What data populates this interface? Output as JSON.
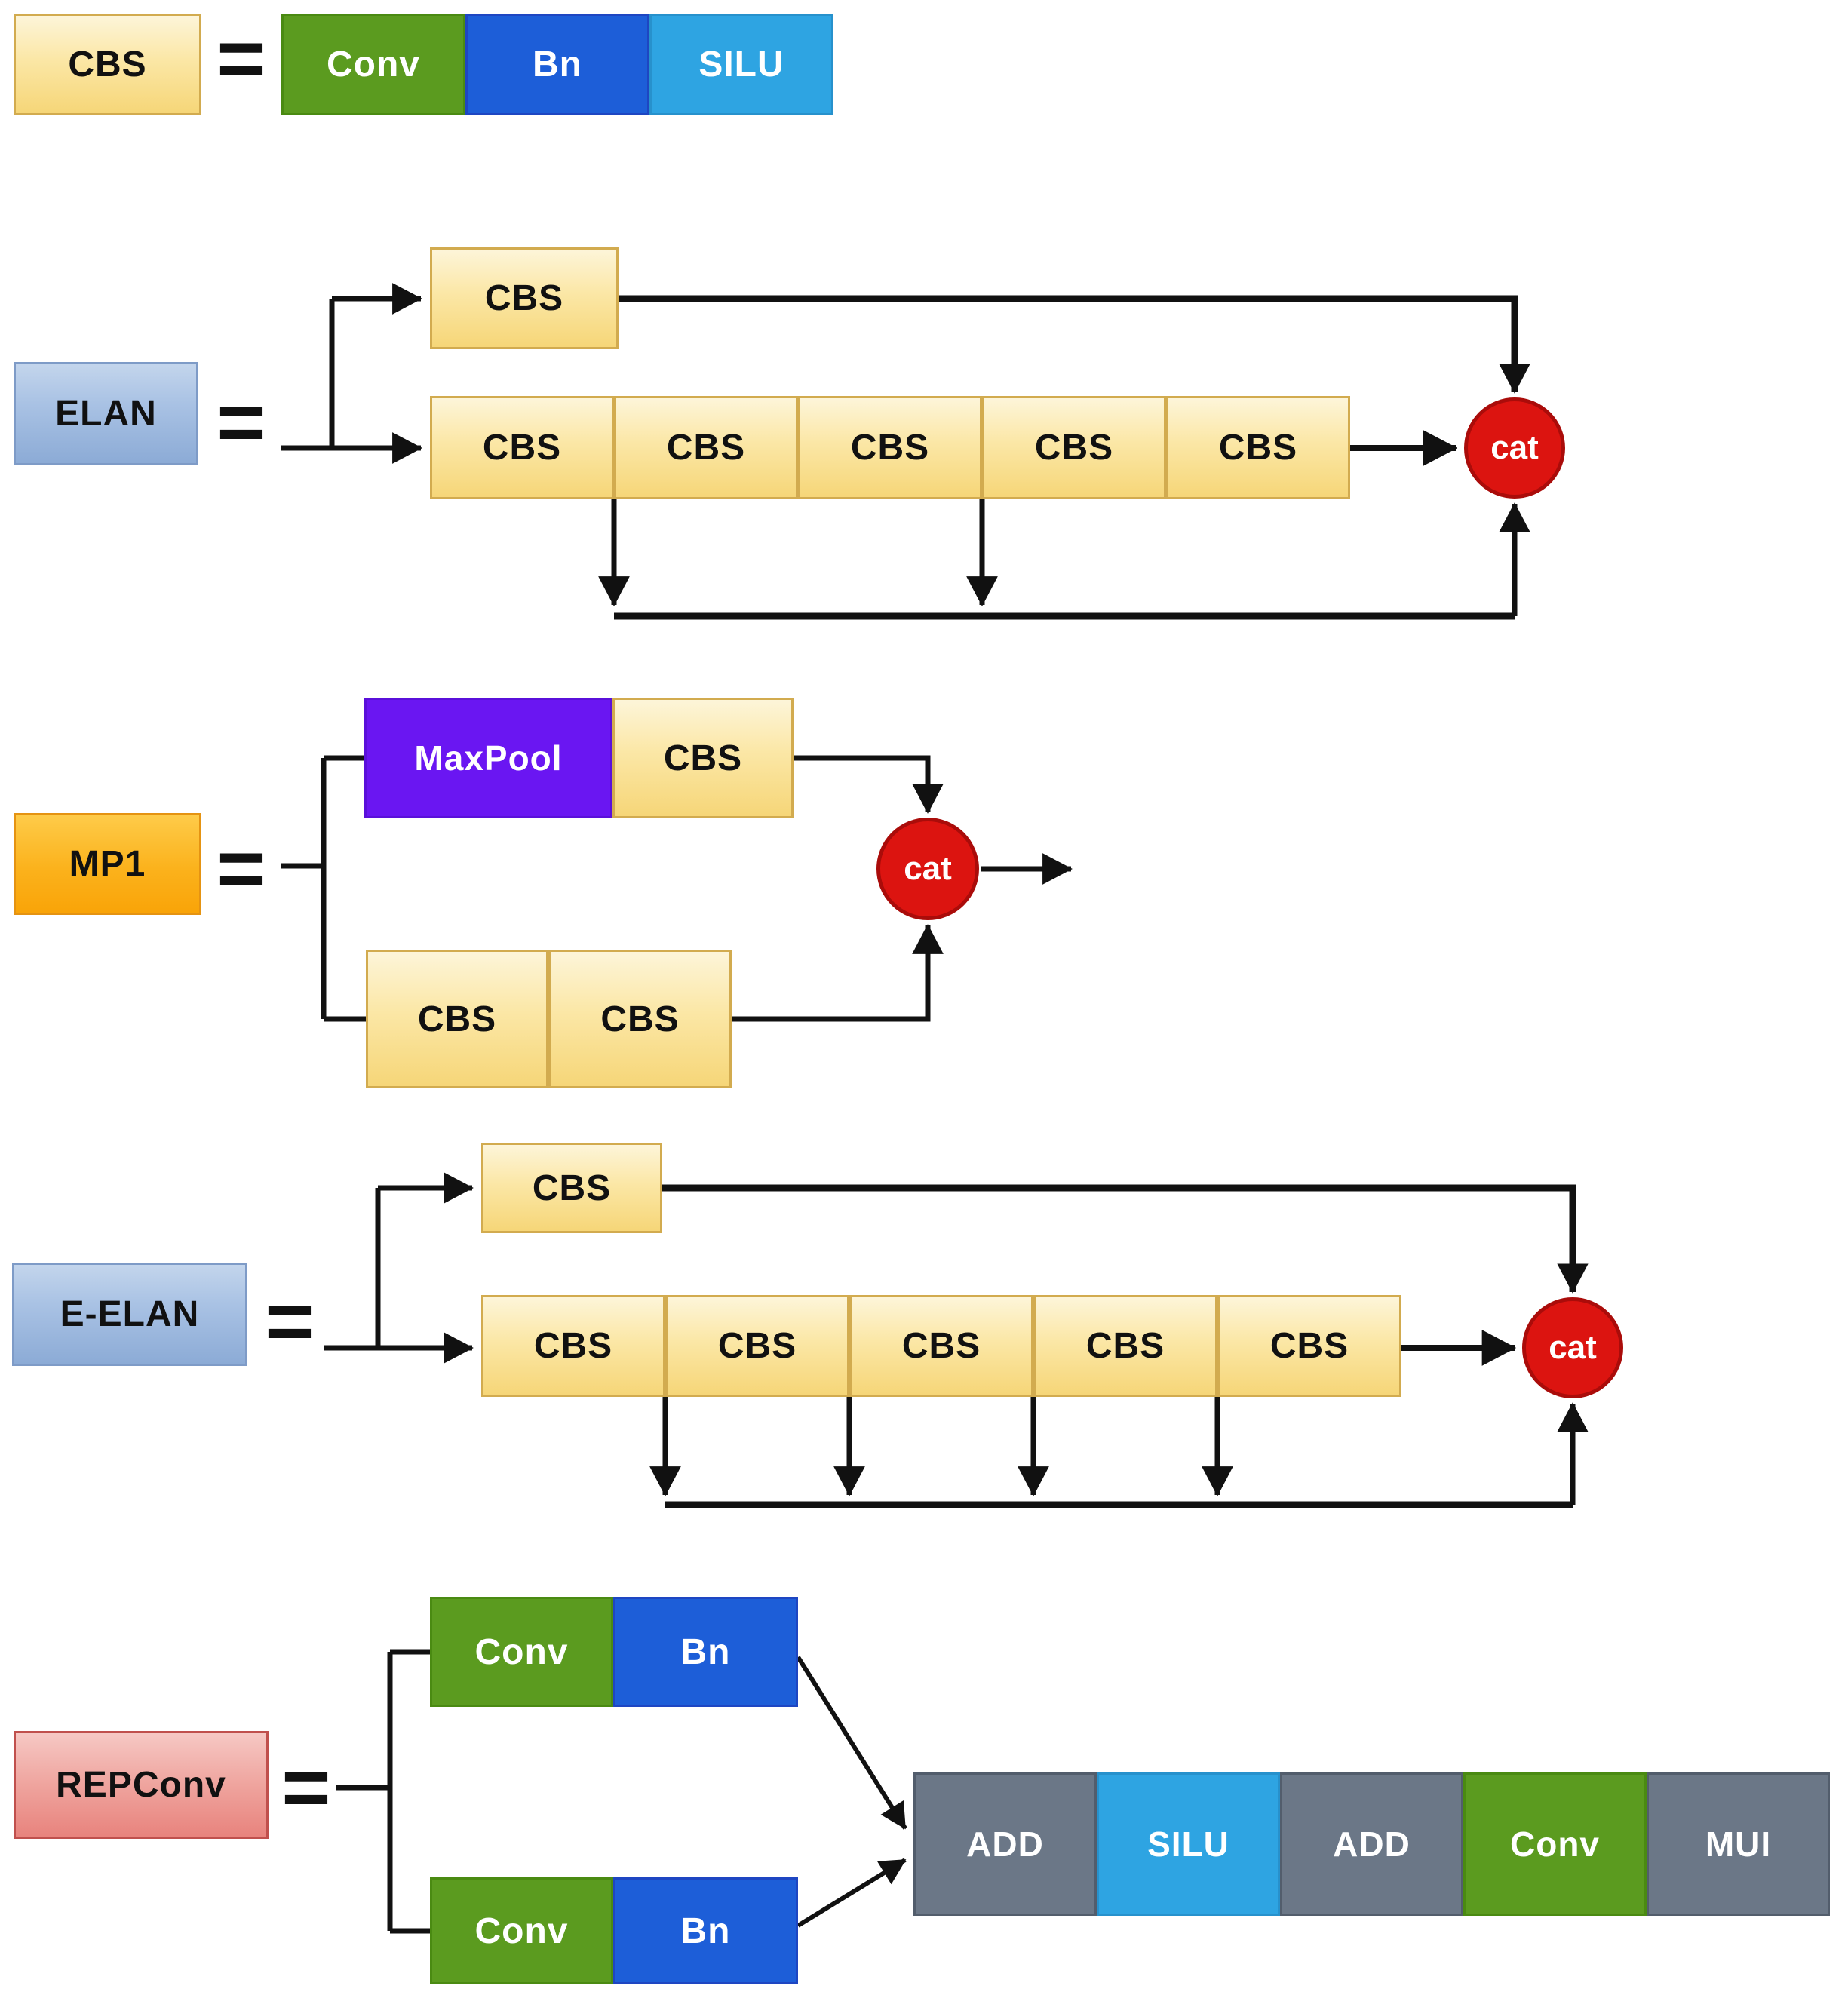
{
  "legend": {
    "cbs": "CBS",
    "equals": "=",
    "conv": "Conv",
    "bn": "Bn",
    "silu": "SILU"
  },
  "elan": {
    "label": "ELAN",
    "equals": "=",
    "top_cbs": "CBS",
    "chain": [
      "CBS",
      "CBS",
      "CBS",
      "CBS",
      "CBS"
    ],
    "concat": "cat"
  },
  "mp1": {
    "label": "MP1",
    "equals": "=",
    "maxpool": "MaxPool",
    "top_cbs": "CBS",
    "bottom_chain": [
      "CBS",
      "CBS"
    ],
    "concat": "cat"
  },
  "eelan": {
    "label": "E-ELAN",
    "equals": "=",
    "top_cbs": "CBS",
    "chain": [
      "CBS",
      "CBS",
      "CBS",
      "CBS",
      "CBS"
    ],
    "concat": "cat"
  },
  "repconv": {
    "label": "REPConv",
    "equals": "=",
    "top_conv": "Conv",
    "top_bn": "Bn",
    "bottom_conv": "Conv",
    "bottom_bn": "Bn",
    "pipeline": [
      "ADD",
      "SILU",
      "ADD",
      "Conv",
      "MUI"
    ]
  },
  "colors": {
    "cbs_yellow": "#f6d678",
    "label_blue": "#8cabd6",
    "mp1_orange": "#f9a408",
    "maxpool_purple": "#6a16f2",
    "concat_red": "#dc1410",
    "repconv_pink": "#e8837d",
    "conv_green": "#5b9b1f",
    "bn_blue": "#1d5ed8",
    "silu_cyan": "#2ea4e2",
    "pipeline_gray": "#6b7787",
    "line_black": "#111111"
  }
}
